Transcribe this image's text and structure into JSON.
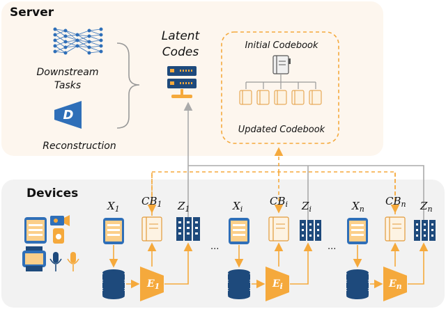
{
  "server": {
    "title": "Server",
    "downstream_line1": "Downstream",
    "downstream_line2": "Tasks",
    "reconstruction": "Reconstruction",
    "reconstruction_icon_letter": "D",
    "latent_line1": "Latent",
    "latent_line2": "Codes",
    "initial_codebook": "Initial Codebook",
    "updated_codebook": "Updated Codebook"
  },
  "devices": {
    "title": "Devices",
    "ellipsis": "...",
    "groups": [
      {
        "x_base": "X",
        "x_sub": "1",
        "cb_base": "CB",
        "cb_sub": "1",
        "z_base": "Z",
        "z_sub": "1",
        "e_base": "E",
        "e_sub": "1"
      },
      {
        "x_base": "X",
        "x_sub": "i",
        "cb_base": "CB",
        "cb_sub": "i",
        "z_base": "Z",
        "z_sub": "i",
        "e_base": "E",
        "e_sub": "i"
      },
      {
        "x_base": "X",
        "x_sub": "n",
        "cb_base": "CB",
        "cb_sub": "n",
        "z_base": "Z",
        "z_sub": "n",
        "e_base": "E",
        "e_sub": "n"
      }
    ]
  },
  "colors": {
    "server_bg": "#fdf6ee",
    "devices_bg": "#f2f2f2",
    "navy": "#1e4a7c",
    "blue": "#2f6fb8",
    "orange": "#f5a93c",
    "orange_light": "#fbcf8a",
    "gray_line": "#aaaaaa"
  }
}
